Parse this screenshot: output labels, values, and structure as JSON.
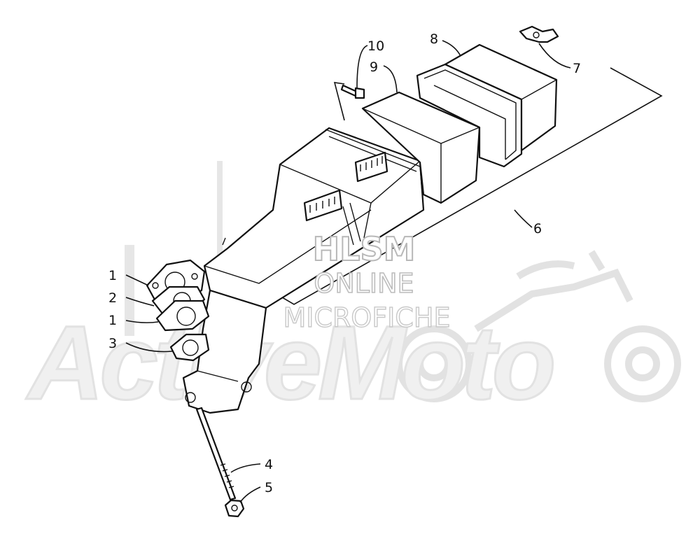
{
  "watermark": {
    "line1": "HLSM",
    "line2": "ONLINE",
    "line3": "MICROFICHE",
    "brand": "ActiveMoto"
  },
  "callouts": [
    {
      "id": "c1a",
      "label": "1"
    },
    {
      "id": "c2",
      "label": "2"
    },
    {
      "id": "c1b",
      "label": "1"
    },
    {
      "id": "c3",
      "label": "3"
    },
    {
      "id": "c4",
      "label": "4"
    },
    {
      "id": "c5",
      "label": "5"
    },
    {
      "id": "c6",
      "label": "6"
    },
    {
      "id": "c7",
      "label": "7"
    },
    {
      "id": "c8",
      "label": "8"
    },
    {
      "id": "c9",
      "label": "9"
    },
    {
      "id": "c10",
      "label": "10"
    }
  ]
}
